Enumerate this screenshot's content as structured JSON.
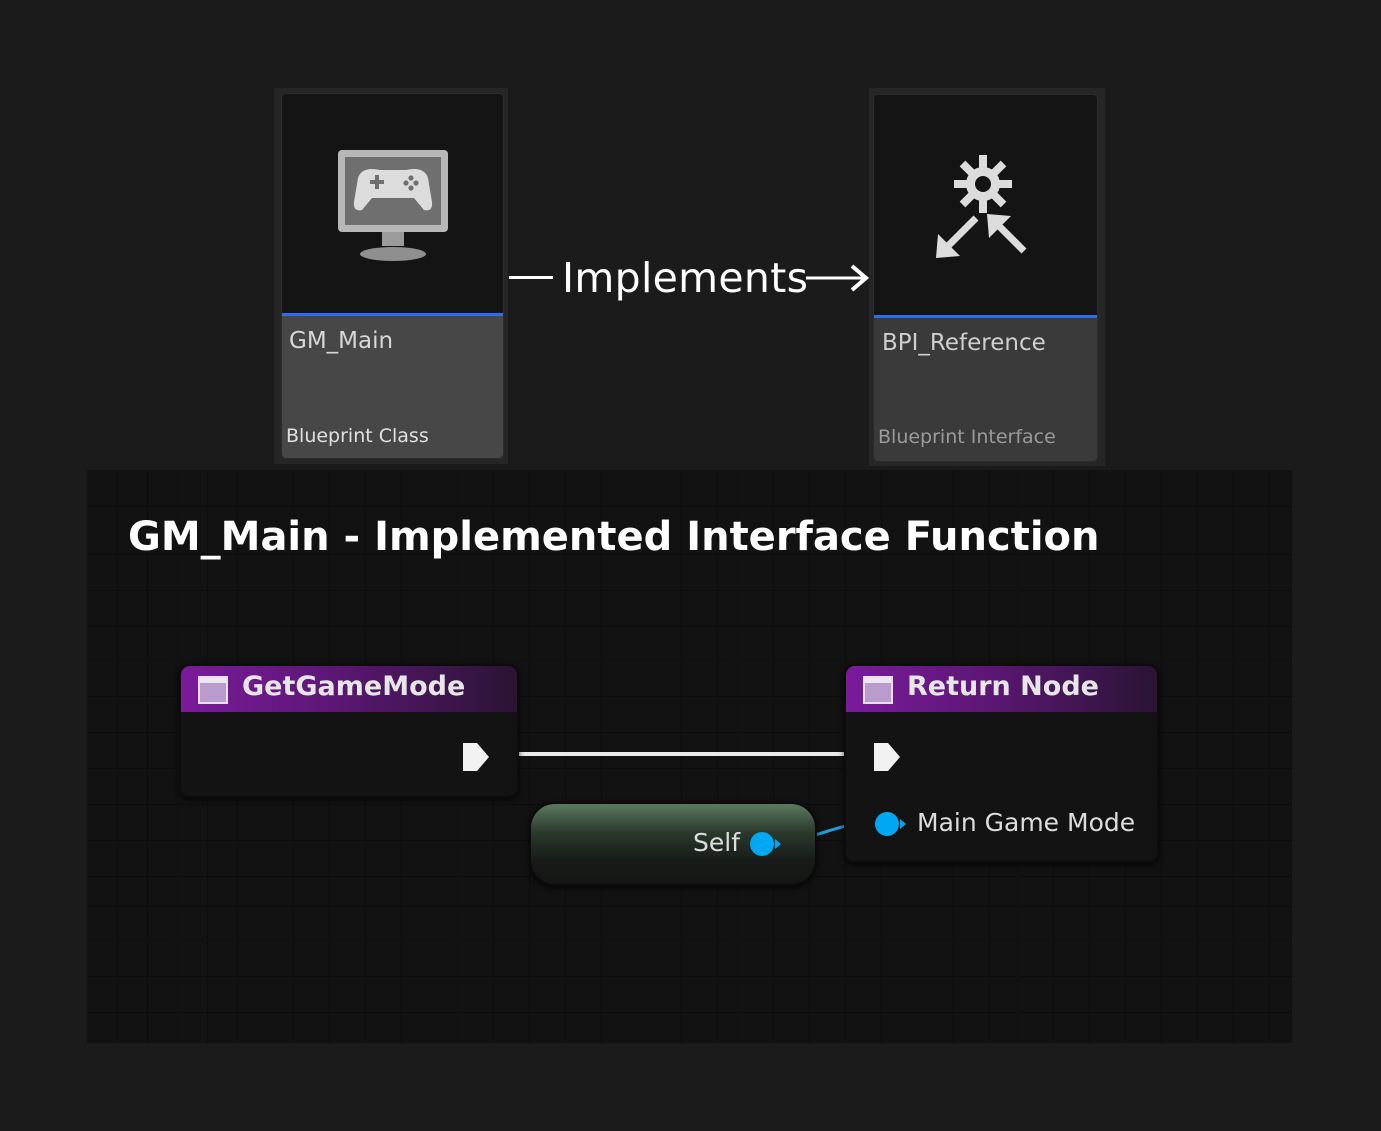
{
  "assets": {
    "gm_main": {
      "name": "GM_Main",
      "type": "Blueprint Class",
      "icon": "game-controller-monitor-icon"
    },
    "bpi_reference": {
      "name": "BPI_Reference",
      "type": "Blueprint Interface",
      "icon": "gear-arrows-icon"
    }
  },
  "relation": {
    "label": "Implements"
  },
  "graph": {
    "title": "GM_Main - Implemented Interface Function",
    "nodes": {
      "get_game_mode": {
        "title": "GetGameMode"
      },
      "return_node": {
        "title": "Return Node",
        "output_label": "Main Game Mode"
      },
      "self": {
        "label": "Self"
      }
    }
  },
  "colors": {
    "accent_blue": "#2f6ee8",
    "function_header": "#7a1b9b",
    "object_pin": "#00a8f3",
    "background": "#1b1b1b"
  }
}
